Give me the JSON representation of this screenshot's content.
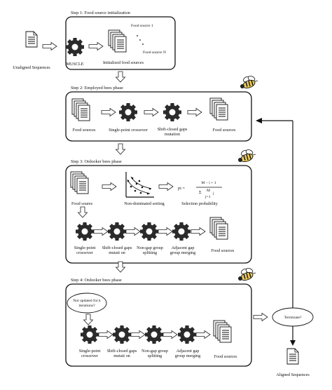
{
  "colors": {
    "ink": "#111111",
    "gear": "#2a2a2a",
    "bee_body": "#e9c85c",
    "paper": "#ffffff"
  },
  "icons": [
    "document-icon",
    "gear-icon",
    "bee-icon",
    "scatter-plot-icon",
    "document-stack-icon"
  ],
  "left": {
    "unaligned": "Unaligned Sequences"
  },
  "step1": {
    "title": "Step 1: Food source initialization",
    "muscle": "MUSCLE",
    "initialized": "Initialized food sources",
    "fs1": "Food source 1",
    "fsn": "Food source N"
  },
  "step2": {
    "title": "Step 2: Employed bees phase",
    "food_sources_in": "Food sources",
    "crossover": "Single-point crossover",
    "mutation_l1": "Shift-closed gaps",
    "mutation_l2": "mutation",
    "food_sources_out": "Food sources"
  },
  "step3": {
    "title": "Step 3: Onlooker bees phase",
    "food_soures": "Food soures",
    "nds": "Non-dominated sorting",
    "formula_pi": "pi =",
    "formula_num": "M − i + 1",
    "formula_den_sigma": "Σ",
    "formula_den_top": "M",
    "formula_den_bottom": "j=1",
    "formula_den_j": "j",
    "sel_prob": "Selection probability",
    "crossover_l1": "Single-point",
    "crossover_l2": "crossover",
    "shift_l1": "Shift-closed gaps",
    "shift_l2": "mutati on",
    "nongap_l1": "Non-gap group",
    "nongap_l2": "splitting",
    "adj_l1": "Adjacent gap",
    "adj_l2": "group merging",
    "food_sources_out": "Food sources"
  },
  "step4": {
    "title": "Step 4: Onlooker bees phase",
    "cond_l1": "Not updated for k",
    "cond_l2": "iterations?",
    "crossover_l1": "Single-point",
    "crossover_l2": "crossover",
    "shift_l1": "Shift-closed gaps",
    "shift_l2": "mutati on",
    "nongap_l1": "Non-gap group",
    "nongap_l2": "splitting",
    "adj_l1": "Adjacent gap",
    "adj_l2": "group merging",
    "food_sources_out": "Food sources"
  },
  "right": {
    "terminate": "Terminate?",
    "aligned": "Aligned Sequences"
  }
}
